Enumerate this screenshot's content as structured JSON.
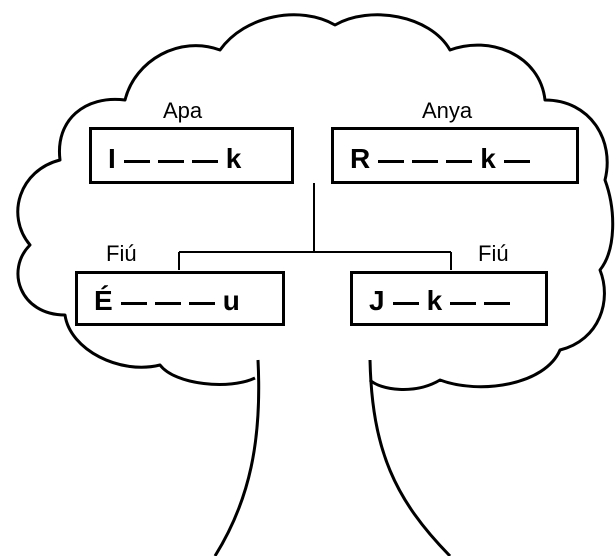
{
  "labels": {
    "father": "Apa",
    "mother": "Anya",
    "son_left": "Fiú",
    "son_right": "Fiú"
  },
  "boxes": {
    "father": {
      "tokens": [
        "I",
        "_",
        "_",
        "_",
        "k"
      ]
    },
    "mother": {
      "tokens": [
        "R",
        "_",
        "_",
        "_",
        "k",
        "_"
      ]
    },
    "son_left": {
      "tokens": [
        "É",
        "_",
        "_",
        "_",
        "u"
      ]
    },
    "son_right": {
      "tokens": [
        "J",
        "_",
        "k",
        "_",
        "_"
      ]
    }
  }
}
